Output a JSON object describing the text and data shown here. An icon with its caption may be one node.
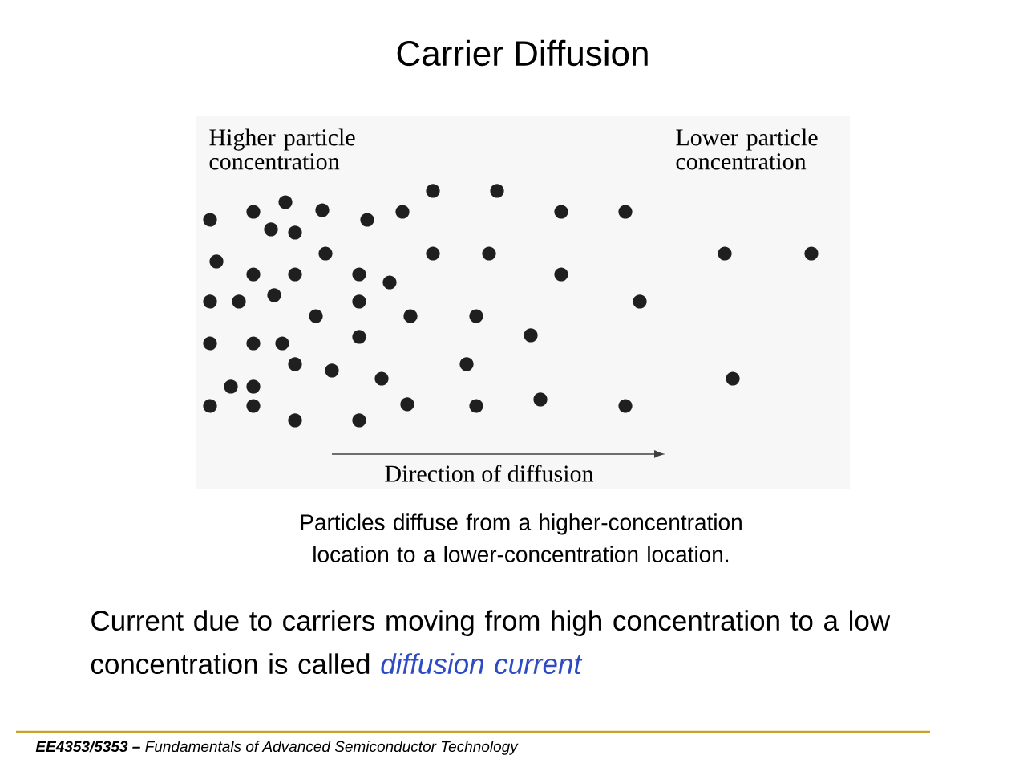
{
  "diagram": {
    "title": "Carrier Diffusion",
    "caption": "Particles diffuse from a higher-concentration location to a lower-concentration location.",
    "labels": [
      "Higher particle concentration",
      "Lower particle concentration",
      "Direction of diffusion",
      "Current due to carriers moving from high concentration to a low concentration is called",
      "diffusion current",
      "**EE4353/5353 –** Fundamentals of Advanced Semiconductor Technology"
    ]
  }
}
